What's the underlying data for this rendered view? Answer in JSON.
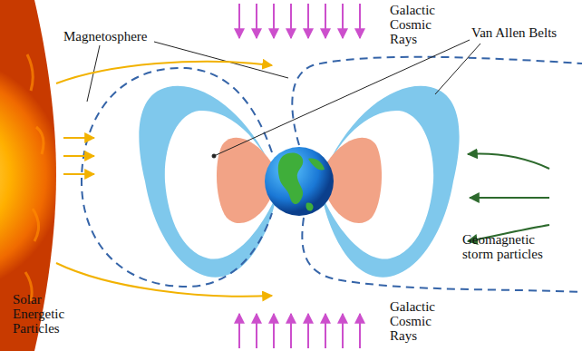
{
  "diagram": {
    "labels": [
      "Magnetosphere",
      "Galactic Cosmic Rays",
      "Van Allen Belts",
      "Geomagnetic storm particles",
      "Solar Energetic Particles",
      "Galactic Cosmic Rays"
    ]
  }
}
